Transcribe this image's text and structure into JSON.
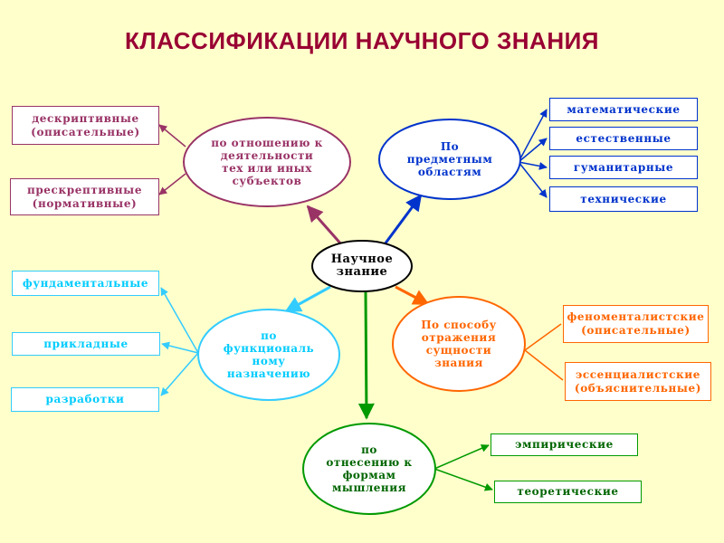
{
  "title": "КЛАССИФИКАЦИИ НАУЧНОГО ЗНАНИЯ",
  "center": {
    "label": "Научное\nзнание"
  },
  "activity": {
    "label": "по отношению к\nдеятельности\nтех или иных\nсубъектов",
    "items": [
      "дескриптивные\n(описательные)",
      "прескрептивные\n(нормативные)"
    ]
  },
  "subject": {
    "label": "По\nпредметным\nобластям",
    "items": [
      "математические",
      "естественные",
      "гуманитарные",
      "технические"
    ]
  },
  "function": {
    "label": "по\nфункциональ\nному\nназначению",
    "items": [
      "фундаментальные",
      "прикладные",
      "разработки"
    ]
  },
  "essence": {
    "label": "По способу\nотражения\nсущности\nзнания",
    "items": [
      "феноменталистские\n(описательные)",
      "эссенциалистские\n(объяснительные)"
    ]
  },
  "thinking": {
    "label": "по\nотнесению к\nформам\nмышления",
    "items": [
      "эмпирические",
      "теоретические"
    ]
  },
  "colors": {
    "background": "#FFFFCC",
    "title": "#990033",
    "activity": "#993366",
    "subject": "#0033CC",
    "function": "#00CCFF",
    "essence": "#FF6600",
    "thinking": "#006600"
  }
}
